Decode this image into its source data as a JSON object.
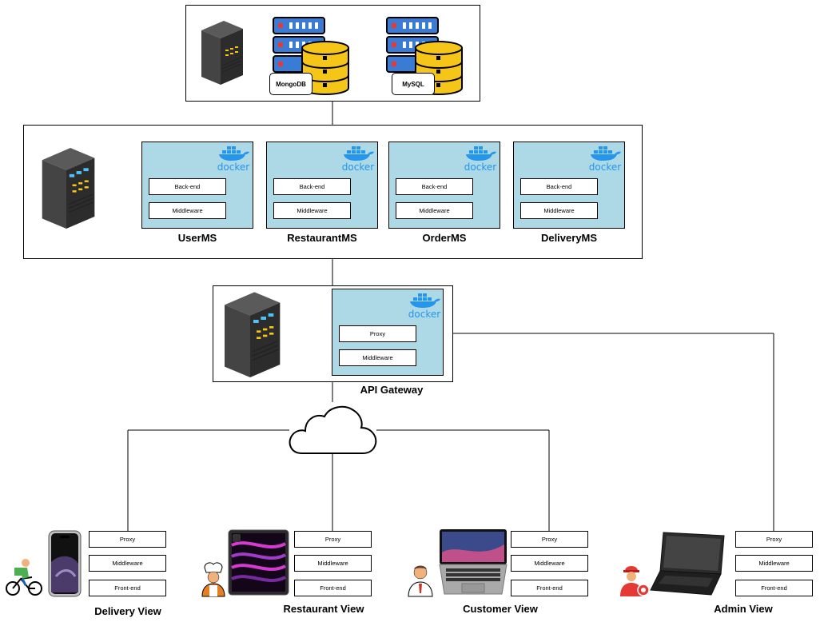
{
  "db_tier": {
    "databases": [
      {
        "label": "MongoDB",
        "icon": "mongodb-database-icon"
      },
      {
        "label": "MySQL",
        "icon": "mysql-database-icon"
      }
    ]
  },
  "services_tier": {
    "container_brand": "docker",
    "services": [
      {
        "name": "UserMS",
        "layers": [
          "Back-end",
          "Middleware"
        ]
      },
      {
        "name": "RestaurantMS",
        "layers": [
          "Back-end",
          "Middleware"
        ]
      },
      {
        "name": "OrderMS",
        "layers": [
          "Back-end",
          "Middleware"
        ]
      },
      {
        "name": "DeliveryMS",
        "layers": [
          "Back-end",
          "Middleware"
        ]
      }
    ]
  },
  "gateway": {
    "name": "API Gateway",
    "container_brand": "docker",
    "layers": [
      "Proxy",
      "Middleware"
    ]
  },
  "clients": [
    {
      "name": "Delivery View",
      "layers": [
        "Proxy",
        "Middleware",
        "Front-end"
      ]
    },
    {
      "name": "Restaurant View",
      "layers": [
        "Proxy",
        "Middleware",
        "Front-end"
      ]
    },
    {
      "name": "Customer View",
      "layers": [
        "Proxy",
        "Middleware",
        "Front-end"
      ]
    },
    {
      "name": "Admin View",
      "layers": [
        "Proxy",
        "Middleware",
        "Front-end"
      ]
    }
  ],
  "colors": {
    "service_fill": "#add8e6",
    "docker_blue": "#2496ed",
    "db_gold": "#f5c518",
    "rack_blue": "#3a7bd5"
  }
}
